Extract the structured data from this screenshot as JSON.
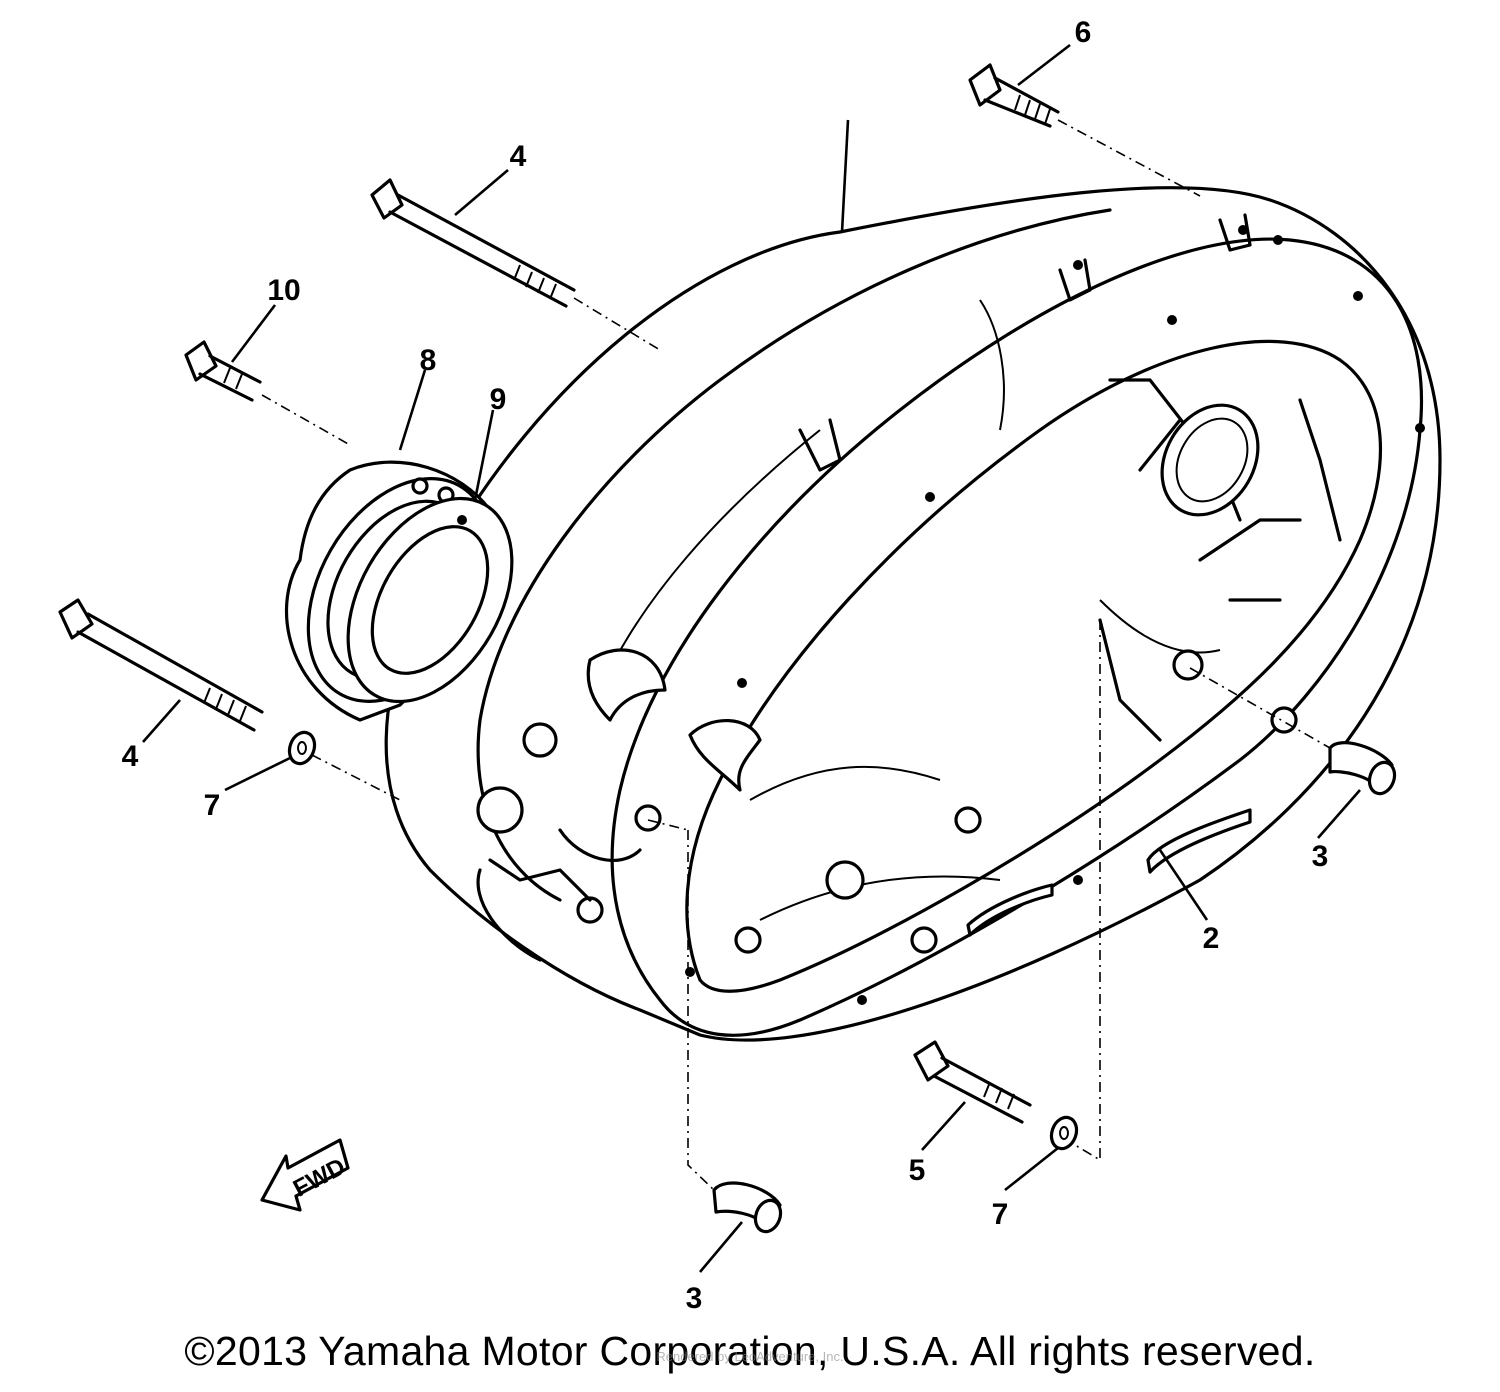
{
  "diagram": {
    "callouts": [
      "6",
      "4",
      "10",
      "8",
      "9",
      "4",
      "7",
      "3",
      "2",
      "3",
      "5",
      "7"
    ],
    "direction_marker": "FWD"
  },
  "copyright": "©2013 Yamaha Motor Corporation, U.S.A. All rights reserved.",
  "watermark_text": "Rendered by LeoAdventure, Inc."
}
